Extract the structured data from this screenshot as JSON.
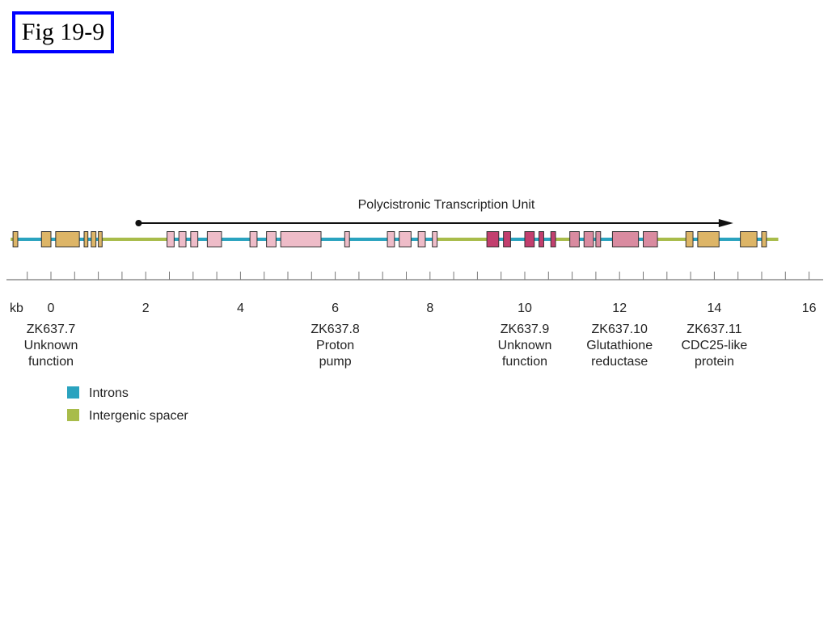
{
  "figure_label": "Fig 19-9",
  "transcription_unit": {
    "title": "Polycistronic Transcription Unit",
    "start_kb": 1.85,
    "end_kb": 14.4
  },
  "axis": {
    "unit_label": "kb",
    "ticks": [
      "0",
      "2",
      "4",
      "6",
      "8",
      "10",
      "12",
      "14",
      "16"
    ],
    "tick_values_kb": [
      0,
      2,
      4,
      6,
      8,
      10,
      12,
      14,
      16
    ]
  },
  "colors": {
    "intron": "#2aa3bf",
    "spacer": "#a8bc4a",
    "exon_light": "#eebcc8",
    "exon_mid": "#d98ba0",
    "exon_dark": "#c23f6e",
    "exon_tan": "#ddb567",
    "outline": "#333333"
  },
  "genes": [
    {
      "name": "ZK637.7",
      "function_line1": "Unknown",
      "function_line2": "function",
      "color_key": "exon_tan",
      "exons_kb": [
        [
          -0.8,
          -0.7
        ],
        [
          -0.2,
          0.0
        ],
        [
          0.1,
          0.6
        ],
        [
          0.7,
          0.78
        ],
        [
          0.85,
          0.95
        ],
        [
          1.0,
          1.08
        ]
      ],
      "introns_kb": [
        [
          -0.8,
          1.08
        ]
      ],
      "label_center_kb": 0
    },
    {
      "name": "ZK637.8",
      "function_line1": "Proton",
      "function_line2": "pump",
      "color_key": "exon_light",
      "exons_kb": [
        [
          2.45,
          2.6
        ],
        [
          2.7,
          2.85
        ],
        [
          2.95,
          3.1
        ],
        [
          3.3,
          3.6
        ],
        [
          4.2,
          4.35
        ],
        [
          4.55,
          4.75
        ],
        [
          4.85,
          5.7
        ],
        [
          6.2,
          6.3
        ],
        [
          7.1,
          7.25
        ],
        [
          7.35,
          7.6
        ],
        [
          7.75,
          7.9
        ],
        [
          8.05,
          8.15
        ]
      ],
      "introns_kb": [
        [
          2.45,
          8.15
        ]
      ],
      "label_center_kb": 6
    },
    {
      "name": "ZK637.9",
      "function_line1": "Unknown",
      "function_line2": "function",
      "color_key": "exon_dark",
      "exons_kb": [
        [
          9.2,
          9.45
        ],
        [
          9.55,
          9.7
        ],
        [
          10.0,
          10.2
        ],
        [
          10.3,
          10.4
        ],
        [
          10.55,
          10.65
        ]
      ],
      "introns_kb": [
        [
          9.2,
          10.65
        ]
      ],
      "label_center_kb": 10
    },
    {
      "name": "ZK637.10",
      "function_line1": "Glutathione",
      "function_line2": "reductase",
      "color_key": "exon_mid",
      "exons_kb": [
        [
          10.95,
          11.15
        ],
        [
          11.25,
          11.45
        ],
        [
          11.5,
          11.6
        ],
        [
          11.85,
          12.4
        ],
        [
          12.5,
          12.8
        ]
      ],
      "introns_kb": [
        [
          10.95,
          12.8
        ]
      ],
      "label_center_kb": 12
    },
    {
      "name": "ZK637.11",
      "function_line1": "CDC25-like",
      "function_line2": "protein",
      "color_key": "exon_tan",
      "exons_kb": [
        [
          13.4,
          13.55
        ],
        [
          13.65,
          14.1
        ],
        [
          14.55,
          14.9
        ],
        [
          15.0,
          15.1
        ]
      ],
      "introns_kb": [
        [
          13.4,
          15.1
        ]
      ],
      "label_center_kb": 14
    }
  ],
  "legend": [
    {
      "label": "Introns",
      "color_key": "intron"
    },
    {
      "label": "Intergenic spacer",
      "color_key": "spacer"
    }
  ]
}
